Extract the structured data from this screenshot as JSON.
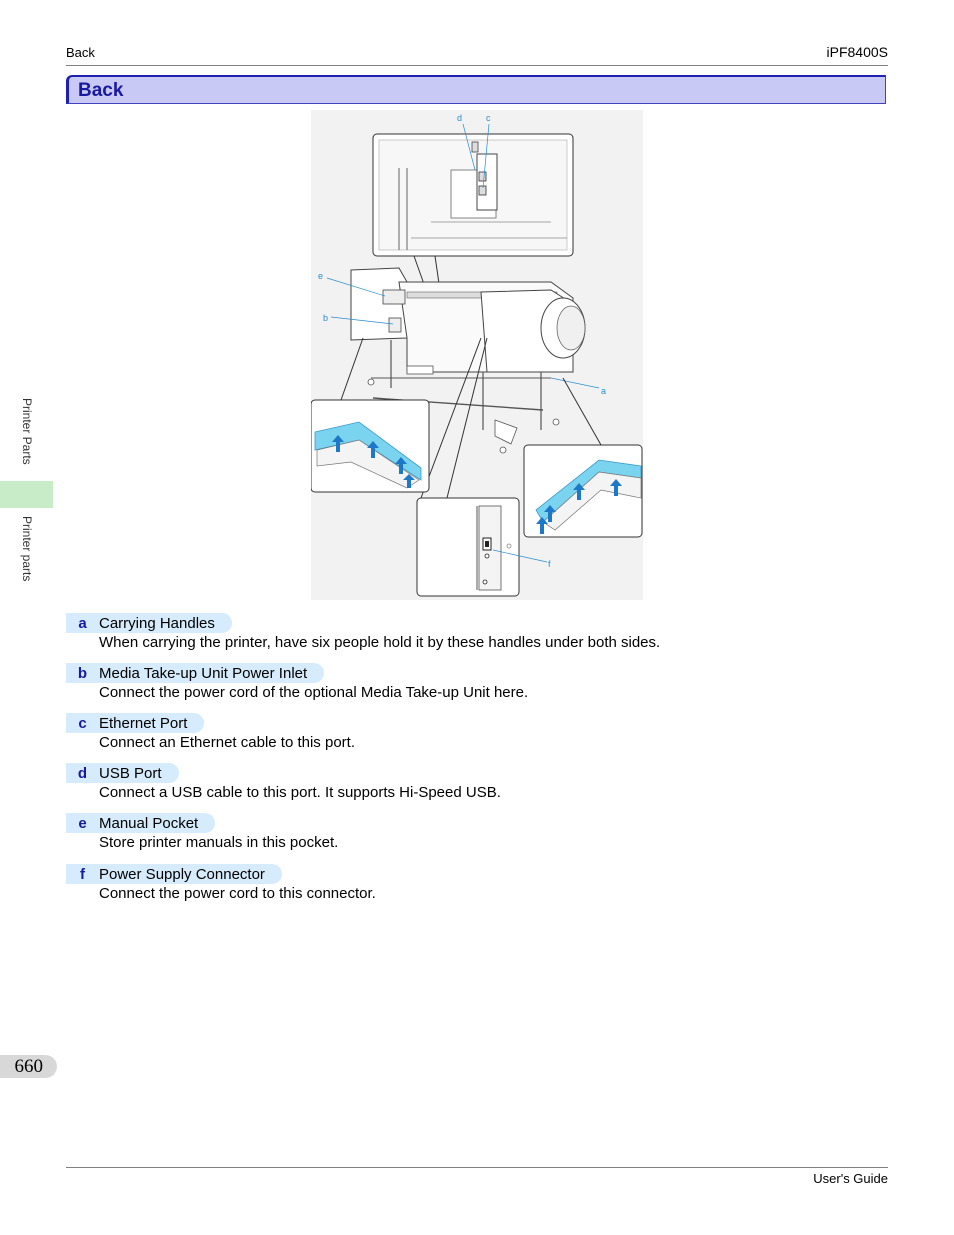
{
  "header": {
    "left": "Back",
    "right": "iPF8400S"
  },
  "section": {
    "title": "Back"
  },
  "figure": {
    "callouts": {
      "a": "a",
      "b": "b",
      "c": "c",
      "d": "d",
      "e": "e",
      "f": "f"
    },
    "colors": {
      "highlight": "#7ad4f0",
      "arrow": "#1e78c8",
      "callout": "#2a8ccf"
    }
  },
  "sidebar": {
    "upper": "Printer Parts",
    "lower": "Printer parts"
  },
  "items": [
    {
      "letter": "a",
      "label": "Carrying Handles",
      "desc": "When carrying the printer, have six people hold it by these handles under both sides."
    },
    {
      "letter": "b",
      "label": "Media Take-up Unit Power Inlet",
      "desc": "Connect the power cord of the optional Media Take-up Unit here."
    },
    {
      "letter": "c",
      "label": "Ethernet Port",
      "desc": "Connect an Ethernet cable to this port."
    },
    {
      "letter": "d",
      "label": "USB Port",
      "desc": "Connect a USB cable to this port. It supports Hi-Speed USB."
    },
    {
      "letter": "e",
      "label": "Manual Pocket",
      "desc": "Store printer manuals in this pocket."
    },
    {
      "letter": "f",
      "label": "Power Supply Connector",
      "desc": "Connect the power cord to this connector."
    }
  ],
  "page_number": "660",
  "footer": {
    "right": "User's Guide"
  }
}
